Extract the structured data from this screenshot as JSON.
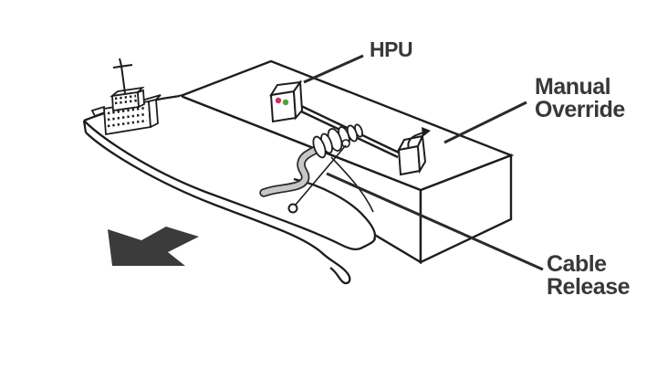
{
  "figure": {
    "type": "technical-line-diagram",
    "description": "Line drawing of a vessel (bow to lower-left, direction arrow) with a large deck unit holding an HPU with red/green indicator lights, a cable release coupling with crank handle and pull pin, and a manual override box, connected by twin cables.",
    "labels": {
      "hpu": "HPU",
      "manual_override": {
        "line1": "Manual",
        "line2": "Override"
      },
      "cable_release": {
        "line1": "Cable",
        "line2": "Release"
      }
    },
    "colors": {
      "background": "#ffffff",
      "line": "#1d1d1d",
      "label_text": "#383838",
      "direction_arrow": "#3b3b3b",
      "hpu_light_red": "#cc2f63",
      "hpu_light_green": "#51a23a",
      "handle_gray": "#c7c7c7"
    },
    "icons": {
      "direction_arrow": "vessel-heading-arrow",
      "hpu_indicator_lights": "red-green-status-dots",
      "manual_override_arrow": "pull-up-arrow",
      "release_pin": "pull-pin-with-ring"
    }
  }
}
